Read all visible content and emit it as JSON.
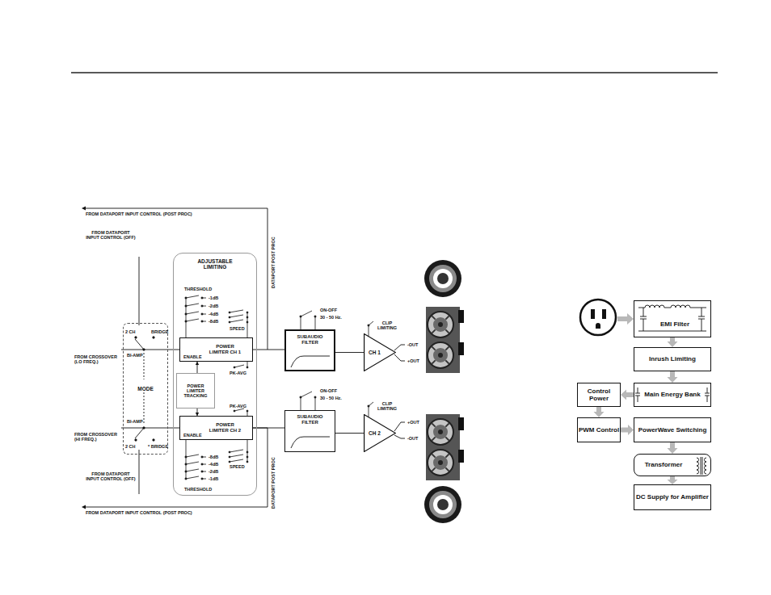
{
  "diagram": {
    "nodes": [
      {
        "text": [
          "MODE"
        ]
      },
      {
        "text": [
          "ADJUSTABLE LIMITING"
        ]
      },
      {
        "text": [
          "POWER LIMITER CH 1",
          "ENABLE"
        ],
        "in": 1
      },
      {
        "text": [
          "POWER LIMITER TRACKING"
        ],
        "in": 1
      },
      {
        "text": [
          "POWER LIMITER CH 2",
          "ENABLE"
        ],
        "in": 1
      },
      {
        "text": [
          "SUBAUDIO FILTER"
        ]
      },
      {
        "text": [
          "CH 1"
        ]
      },
      {
        "text": [
          "SUBAUDIO FILTER"
        ]
      },
      {
        "text": [
          "CH 2"
        ]
      },
      {
        "text": [
          "EMI Filter"
        ]
      },
      {
        "text": [
          "Inrush Limiting"
        ]
      },
      {
        "text": [
          "Main Energy Bank"
        ]
      },
      {
        "text": [
          "Control Power"
        ]
      },
      {
        "text": [
          "PWM Control"
        ]
      },
      {
        "text": [
          "PowerWave Switching"
        ]
      },
      {
        "text": [
          "Transformer"
        ]
      },
      {
        "text": [
          "DC Supply for Amplifier"
        ]
      }
    ],
    "edges": [
      {
        "from": 0,
        "to": 2,
        "arrow": "none"
      },
      {
        "from": 0,
        "to": 4,
        "arrow": "none"
      },
      {
        "from": 3,
        "to": 2,
        "arrow": "to"
      },
      {
        "from": 3,
        "to": 4,
        "arrow": "to"
      },
      {
        "from": 2,
        "to": 5,
        "arrow": "none"
      },
      {
        "from": 5,
        "to": 6,
        "arrow": "none"
      },
      {
        "from": 4,
        "to": 7,
        "arrow": "none"
      },
      {
        "from": 7,
        "to": 8,
        "arrow": "none"
      },
      {
        "from": 9,
        "to": 10,
        "arrow": "to"
      },
      {
        "from": 10,
        "to": 11,
        "arrow": "to"
      },
      {
        "from": 11,
        "to": 12,
        "arrow": "to"
      },
      {
        "from": 12,
        "to": 13,
        "arrow": "to"
      },
      {
        "from": 13,
        "to": 14,
        "arrow": "to"
      },
      {
        "from": 14,
        "to": 15,
        "arrow": "to"
      },
      {
        "from": 15,
        "to": 16,
        "arrow": "to"
      }
    ],
    "labels": [
      "FROM DATAPORT INPUT CONTROL (POST PROC)",
      "FROM DATAPORT INPUT CONTROL (OFF)",
      "2 CH",
      "BRIDGE",
      "BI-AMP",
      "FROM CROSSOVER (LO FREQ.)",
      "THRESHOLD",
      "-1dB",
      "-2dB",
      "-4dB",
      "-8dB",
      "SPEED",
      "PK-AVG",
      "PK-AVG",
      "BI-AMP",
      "2 CH",
      "* BRIDGE",
      "FROM CROSSOVER (HI FREQ.)",
      "FROM DATAPORT INPUT CONTROL (OFF)",
      "SPEED",
      "-8dB",
      "-4dB",
      "-2dB",
      "-1dB",
      "THRESHOLD",
      "FROM DATAPORT INPUT CONTROL (POST PROC)",
      "DATAPORT POST PROC",
      "DATAPORT POST PROC",
      "ON-OFF",
      "30 - 50 Hz.",
      "CLIP LIMITING",
      "-OUT",
      "+OUT",
      "ON-OFF",
      "30 - 50 Hz.",
      "CLIP LIMITING",
      "+OUT",
      "-OUT"
    ]
  }
}
